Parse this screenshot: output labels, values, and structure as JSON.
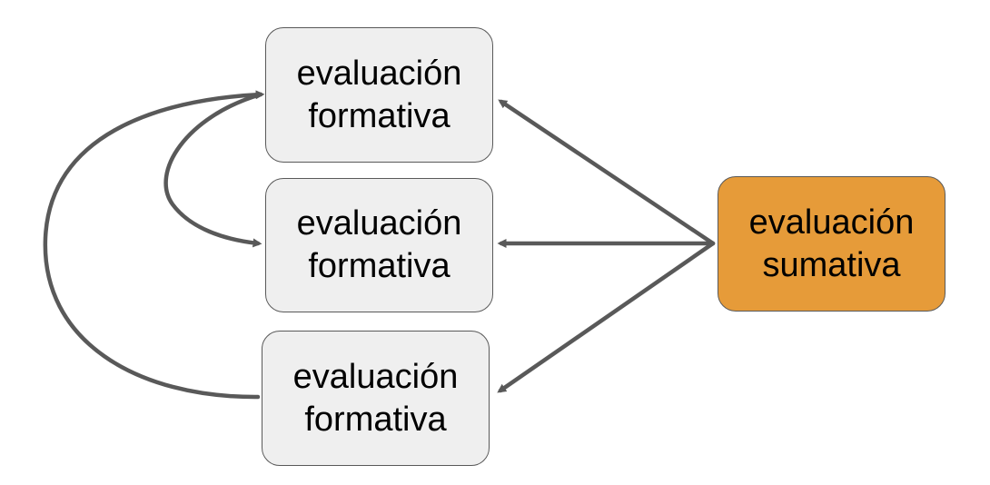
{
  "colors": {
    "formative_fill": "#efefef",
    "summative_fill": "#e69b39",
    "border": "#595959",
    "arrow": "#595959",
    "text": "#000000"
  },
  "nodes": {
    "formative_1": {
      "line1": "evaluación",
      "line2": "formativa"
    },
    "formative_2": {
      "line1": "evaluación",
      "line2": "formativa"
    },
    "formative_3": {
      "line1": "evaluación",
      "line2": "formativa"
    },
    "summative": {
      "line1": "evaluación",
      "line2": "sumativa"
    }
  },
  "edges": [
    {
      "from": "summative",
      "to": "formative_1"
    },
    {
      "from": "summative",
      "to": "formative_2"
    },
    {
      "from": "summative",
      "to": "formative_3"
    },
    {
      "from": "formative_1",
      "to": "formative_2"
    },
    {
      "from": "formative_3",
      "to": "formative_1"
    }
  ]
}
